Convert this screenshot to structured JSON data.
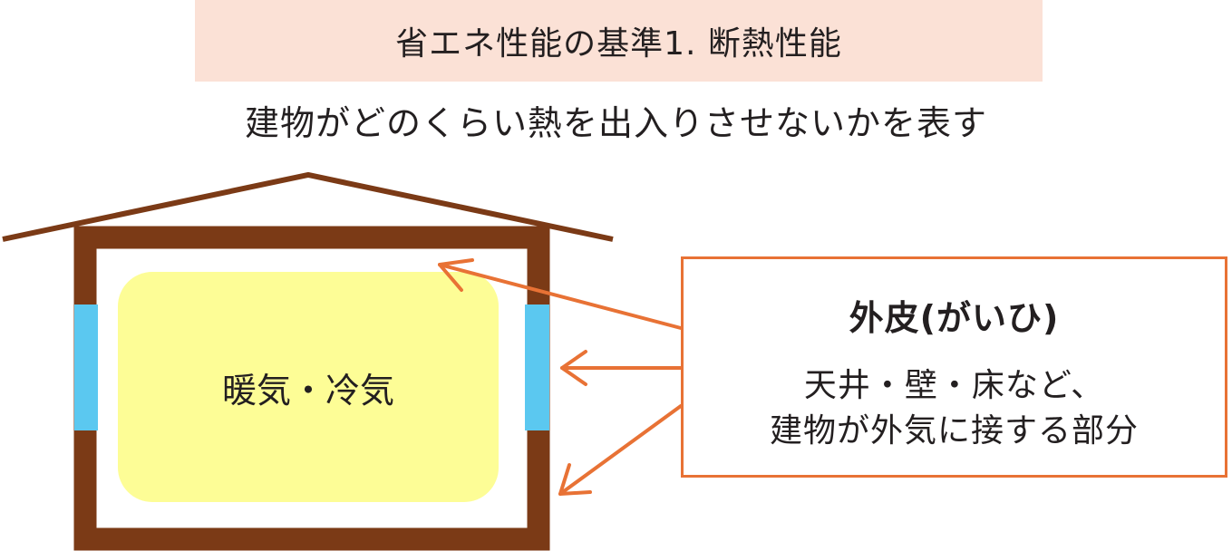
{
  "title": "省エネ性能の基準1. 断熱性能",
  "subtitle": "建物がどのくらい熱を出入りさせないかを表す",
  "diagram": {
    "room_label": "暖気・冷気",
    "callout": {
      "title": "外皮(がいひ)",
      "lines": [
        "天井・壁・床など、",
        "建物が外気に接する部分"
      ]
    },
    "colors": {
      "wall": "#7b3a16",
      "window": "#5bc8f0",
      "warm_air": "#fdfd96",
      "arrow": "#e87235",
      "title_bg": "#fbe1d6"
    }
  }
}
